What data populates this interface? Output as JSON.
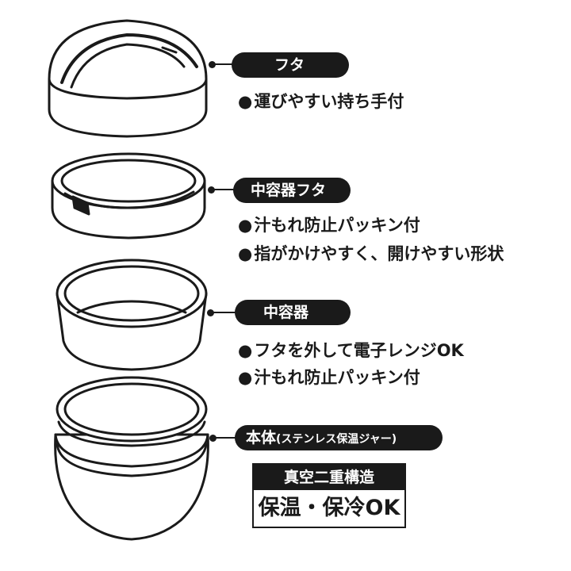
{
  "colors": {
    "ink": "#1a1a1a",
    "paper": "#ffffff"
  },
  "parts": [
    {
      "label": "フタ",
      "features": [
        "運びやすい持ち手付"
      ]
    },
    {
      "label": "中容器フタ",
      "features": [
        "汁もれ防止パッキン付",
        "指がかけやすく、開けやすい形状"
      ]
    },
    {
      "label": "中容器",
      "features": [
        "フタを外して電子レンジOK",
        "汁もれ防止パッキン付"
      ]
    },
    {
      "label": "本体",
      "label_sub": "(ステンレス保温ジャー)",
      "features": []
    }
  ],
  "bullet_mark": "●",
  "badge": {
    "header": "真空二重構造",
    "body": "保温・保冷OK"
  }
}
